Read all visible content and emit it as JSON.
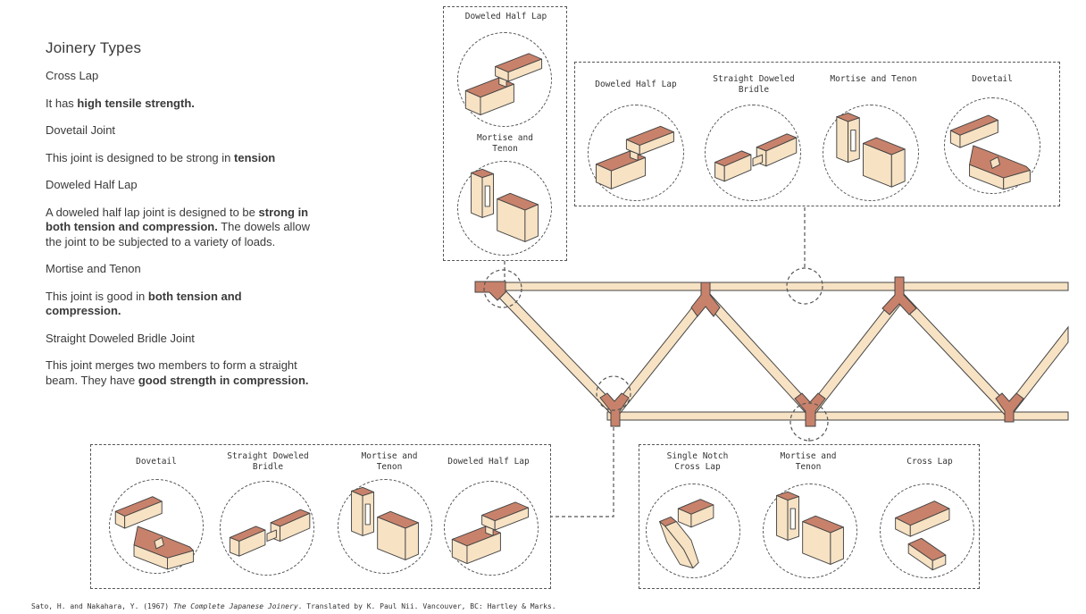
{
  "colors": {
    "wood_light": "#f7e2c4",
    "wood_dark": "#c8826b",
    "outline": "#444444"
  },
  "intro": {
    "title": "Joinery Types",
    "cross_lap_heading": "Cross Lap",
    "cross_lap_text": {
      "pre": "It has ",
      "bold": "high tensile strength.",
      "post": ""
    },
    "dovetail_heading": "Dovetail Joint",
    "dovetail_text": {
      "pre": "This joint is designed to be strong in ",
      "bold": "tension",
      "post": ""
    },
    "doweled_heading": "Doweled Half Lap",
    "doweled_text": {
      "pre": "A doweled half lap joint is designed to be ",
      "bold": "strong in both tension and compression.",
      "post": " The dowels allow the joint to be subjected to a variety of loads."
    },
    "mortise_heading": "Mortise and Tenon",
    "mortise_text": {
      "pre": " This joint is good in ",
      "bold": "both tension and compression.",
      "post": ""
    },
    "bridle_heading": "Straight Doweled Bridle Joint",
    "bridle_text": {
      "pre": "This joint merges two members to form a straight beam. They have ",
      "bold": "good strength in compression.",
      "post": ""
    }
  },
  "boxes": {
    "top_left": [
      {
        "label": "Doweled Half Lap",
        "joint": "doweled"
      },
      {
        "label": "Mortise and Tenon",
        "joint": "mortise"
      }
    ],
    "top_right": [
      {
        "label": "Doweled Half Lap",
        "joint": "doweled"
      },
      {
        "label": "Straight Doweled Bridle",
        "joint": "bridle"
      },
      {
        "label": "Mortise and Tenon",
        "joint": "mortise"
      },
      {
        "label": "Dovetail",
        "joint": "dovetail"
      }
    ],
    "bottom_left": [
      {
        "label": "Dovetail",
        "joint": "dovetail"
      },
      {
        "label": "Straight Doweled Bridle",
        "joint": "bridle"
      },
      {
        "label": "Mortise and Tenon",
        "joint": "mortise"
      },
      {
        "label": "Doweled Half Lap",
        "joint": "doweled"
      }
    ],
    "bottom_right": [
      {
        "label": "Single Notch Cross Lap",
        "joint": "notch"
      },
      {
        "label": "Mortise and Tenon",
        "joint": "mortise"
      },
      {
        "label": "Cross Lap",
        "joint": "crosslap"
      }
    ]
  },
  "citation": {
    "pre": "Sato, H. and Nakahara, Y. (1967) ",
    "italic": "The Complete Japanese Joinery",
    "post": ". Translated by K. Paul Nii. Vancouver, BC: Hartley & Marks."
  }
}
